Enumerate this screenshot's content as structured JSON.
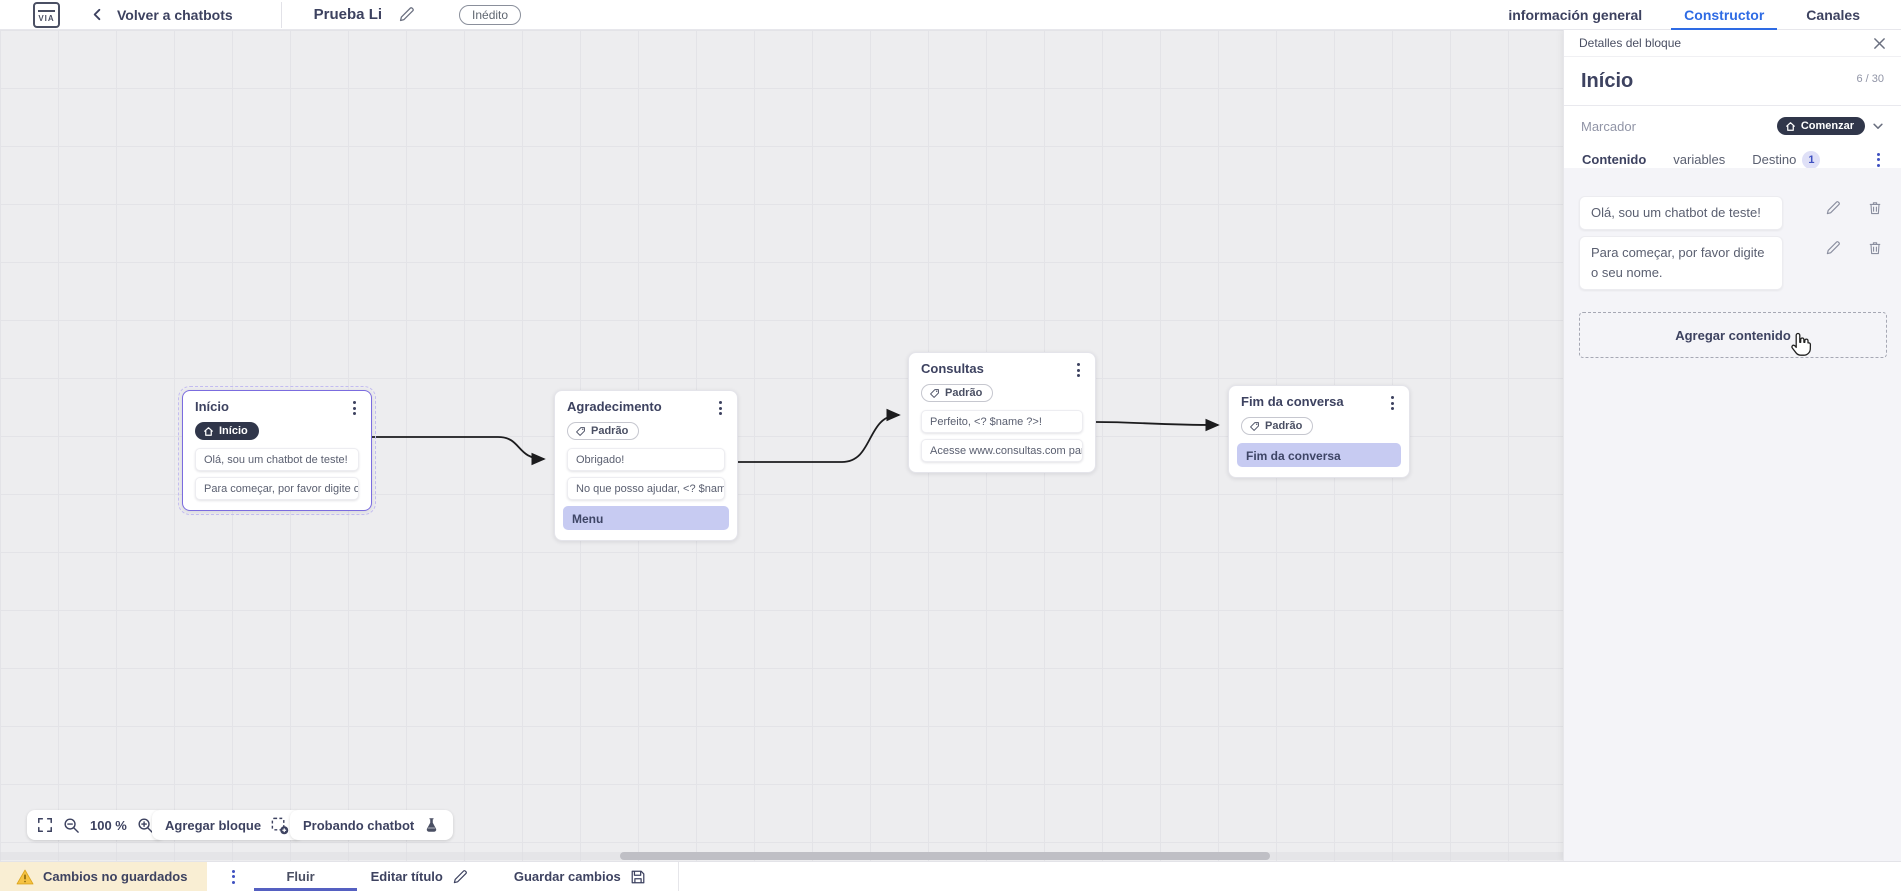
{
  "colors": {
    "accent_blue": "#2e6be4",
    "panel_accent": "#3f51c1",
    "selection_purple": "#7b6cdf",
    "row_highlight": "#c7cbf2",
    "dark_pill": "#30364a",
    "unsaved_bg": "#f9eed3",
    "warning_yellow": "#f2b824",
    "canvas_bg": "#ededef"
  },
  "topbar": {
    "logo_text": "VIA",
    "back_label": "Volver a chatbots",
    "title": "Prueba Li",
    "status_badge": "Inédito",
    "tabs": [
      {
        "label": "información general",
        "active": false
      },
      {
        "label": "Constructor",
        "active": true
      },
      {
        "label": "Canales",
        "active": false
      }
    ]
  },
  "canvas": {
    "blocks": [
      {
        "title": "Início",
        "badge": "Início",
        "rows": [
          "Olá, sou um chatbot de teste!",
          "Para começar, por favor digite o ..."
        ]
      },
      {
        "title": "Agradecimento",
        "badge": "Padrão",
        "rows": [
          "Obrigado!",
          "No que posso ajudar, <? $name ...",
          "Menu"
        ]
      },
      {
        "title": "Consultas",
        "badge": "Padrão",
        "rows": [
          "Perfeito, <? $name ?>!",
          "Acesse www.consultas.com par..."
        ]
      },
      {
        "title": "Fim da conversa",
        "badge": "Padrão",
        "rows": [
          "Fim da conversa"
        ]
      }
    ],
    "controls": {
      "zoom_level": "100 %",
      "add_block_label": "Agregar bloque",
      "test_label": "Probando chatbot"
    }
  },
  "panel": {
    "header": "Detalles del bloque",
    "block_name": "Início",
    "counter": "6 / 30",
    "marker_label": "Marcador",
    "marker_value": "Comenzar",
    "tabs": [
      {
        "label": "Contenido",
        "active": true
      },
      {
        "label": "variables",
        "active": false
      },
      {
        "label": "Destino",
        "badge": "1",
        "active": false
      }
    ],
    "messages": [
      "Olá, sou um chatbot de teste!",
      "Para começar, por favor digite o seu nome."
    ],
    "add_content_label": "Agregar contenido"
  },
  "bottombar": {
    "unsaved_label": "Cambios no guardados",
    "flow_tab": "Fluir",
    "edit_title_label": "Editar título",
    "save_label": "Guardar cambios"
  }
}
